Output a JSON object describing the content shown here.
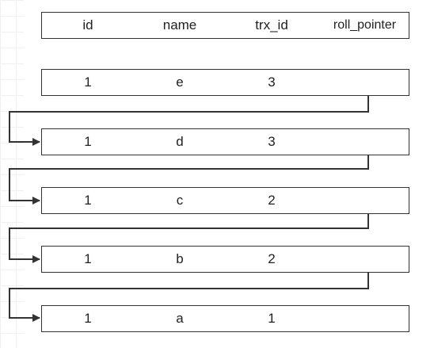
{
  "header": {
    "id": "id",
    "name": "name",
    "trx_id": "trx_id",
    "roll_pointer": "roll_pointer"
  },
  "rows": [
    {
      "id": "1",
      "name": "e",
      "trx_id": "3"
    },
    {
      "id": "1",
      "name": "d",
      "trx_id": "3"
    },
    {
      "id": "1",
      "name": "c",
      "trx_id": "2"
    },
    {
      "id": "1",
      "name": "b",
      "trx_id": "2"
    },
    {
      "id": "1",
      "name": "a",
      "trx_id": "1"
    }
  ],
  "colors": {
    "border": "#333333",
    "text": "#222222"
  }
}
